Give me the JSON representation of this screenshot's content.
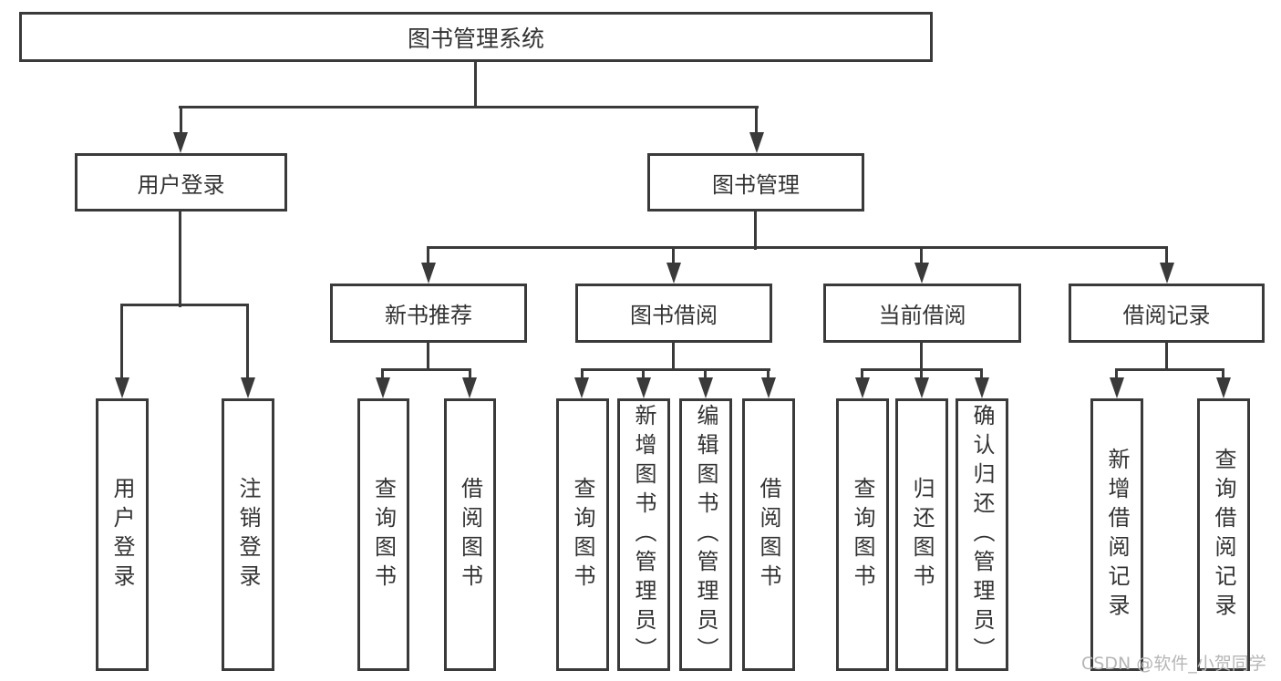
{
  "diagram_title": "图书管理系统",
  "nodes": {
    "root": "图书管理系统",
    "user_login": "用户登录",
    "book_mgmt": "图书管理",
    "new_book_rec": "新书推荐",
    "book_borrow": "图书借阅",
    "current_borrow": "当前借阅",
    "borrow_records": "借阅记录"
  },
  "leaves": {
    "user_login": "用户登录",
    "logout": "注销登录",
    "rec_query_book": "查询图书",
    "rec_borrow_book": "借阅图书",
    "bor_query_book": "查询图书",
    "bor_add_book": "新增图书（管理员）",
    "bor_edit_book": "编辑图书（管理员）",
    "bor_borrow_book": "借阅图书",
    "cur_query_book": "查询图书",
    "cur_return_book": "归还图书",
    "cur_confirm_return": "确认归还（管理员）",
    "his_add_record": "新增借阅记录",
    "his_query_record": "查询借阅记录"
  },
  "watermark": "CSDN @软件_小贺同学",
  "colors": {
    "line": "#3a3a3a",
    "text": "#333333",
    "watermark": "#b6b6b6",
    "background": "#ffffff"
  }
}
